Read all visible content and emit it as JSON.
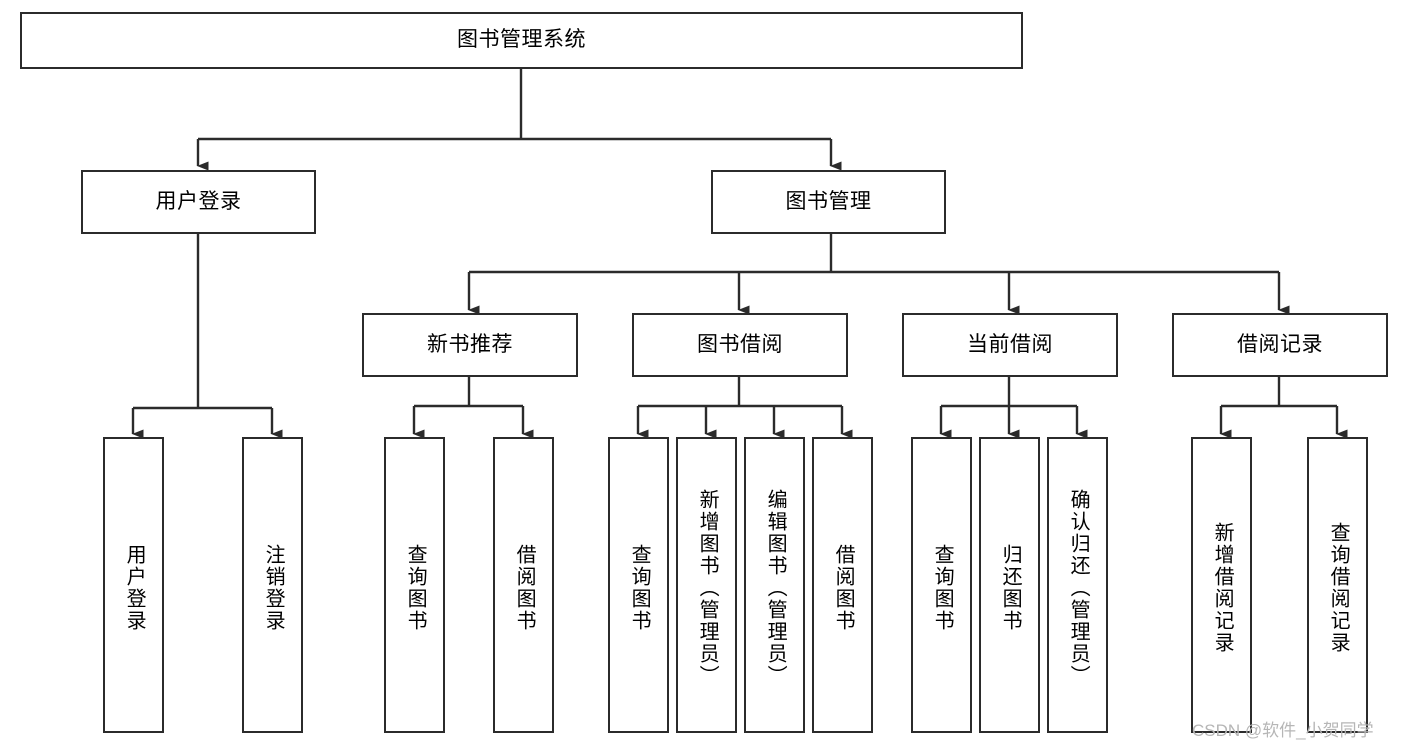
{
  "diagram": {
    "title": "图书管理系统",
    "type": "tree-hierarchy",
    "watermark": "CSDN @软件_小贺同学",
    "colors": {
      "box_border": "#2b2b2b",
      "box_fill": "#ffffff",
      "edge": "#2b2b2b",
      "text": "#000000",
      "watermark": "#b6b6b6",
      "background": "#ffffff"
    },
    "nodes": {
      "root": {
        "label": "图书管理系统"
      },
      "level2": [
        {
          "id": "user-login",
          "label": "用户登录"
        },
        {
          "id": "book-manage",
          "label": "图书管理"
        }
      ],
      "level3": [
        {
          "id": "new-book-recommend",
          "label": "新书推荐"
        },
        {
          "id": "book-borrow",
          "label": "图书借阅"
        },
        {
          "id": "current-borrow",
          "label": "当前借阅"
        },
        {
          "id": "borrow-record",
          "label": "借阅记录"
        }
      ],
      "leaves": {
        "user-login": [
          {
            "id": "leaf-user-login",
            "label": "用户登录"
          },
          {
            "id": "leaf-logout-login",
            "label": "注销登录"
          }
        ],
        "new-book-recommend": [
          {
            "id": "leaf-query-book-1",
            "label": "查询图书"
          },
          {
            "id": "leaf-borrow-book-1",
            "label": "借阅图书"
          }
        ],
        "book-borrow": [
          {
            "id": "leaf-query-book-2",
            "label": "查询图书"
          },
          {
            "id": "leaf-add-book",
            "label": "新增图书（管理员）"
          },
          {
            "id": "leaf-edit-book",
            "label": "编辑图书（管理员）"
          },
          {
            "id": "leaf-borrow-book-2",
            "label": "借阅图书"
          }
        ],
        "current-borrow": [
          {
            "id": "leaf-query-book-3",
            "label": "查询图书"
          },
          {
            "id": "leaf-return-book",
            "label": "归还图书"
          },
          {
            "id": "leaf-confirm-return",
            "label": "确认归还（管理员）"
          }
        ],
        "borrow-record": [
          {
            "id": "leaf-add-record",
            "label": "新增借阅记录"
          },
          {
            "id": "leaf-query-record",
            "label": "查询借阅记录"
          }
        ]
      }
    }
  }
}
